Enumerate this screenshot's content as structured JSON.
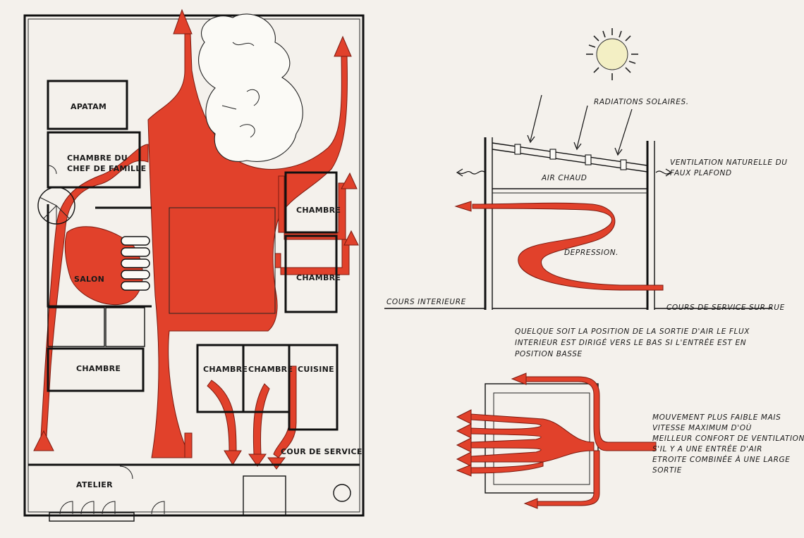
{
  "plan": {
    "rooms": {
      "apatam": "APATAM",
      "chef_line1": "CHAMBRE DU",
      "chef_line2": "CHEF DE FAMILLE",
      "chambre_right_top": "CHAMBRE",
      "chambre_right_mid": "CHAMBRE",
      "salon": "SALON",
      "chambre_left": "CHAMBRE",
      "chambre_bottom_1": "CHAMBRE",
      "chambre_bottom_2": "CHAMBRE",
      "cuisine": "CUISINE",
      "cour_service": "COUR DE SERVICE",
      "atelier": "ATELIER"
    }
  },
  "section": {
    "radiations": "RADIATIONS SOLAIRES.",
    "air_chaud": "AIR CHAUD",
    "ventilation_line1": "VENTILATION NATURELLE DU",
    "ventilation_line2": "FAUX PLAFOND",
    "depression": "DEPRESSION.",
    "cours_interieure": "COURS INTERIEURE",
    "cour_rue": "COURS DE SERVICE SUR RUE"
  },
  "note_position": {
    "line1": "QUELQUE SOIT LA POSITION DE LA SORTIE D'AIR LE FLUX",
    "line2": "INTERIEUR EST DIRIGÉ VERS LE BAS SI L'ENTRÉE EST EN",
    "line3": "POSITION BASSE"
  },
  "note_movement": {
    "line1": "MOUVEMENT PLUS FAIBLE MAIS",
    "line2": "VITESSE MAXIMUM D'OÙ",
    "line3": "MEILLEUR CONFORT DE VENTILATION",
    "line4": "S'IL Y A UNE ENTRÉE D'AIR",
    "line5": "ETROITE COMBINÉE À UNE LARGE",
    "line6": "SORTIE"
  },
  "colors": {
    "airflow": "#e1412b",
    "ink": "#111111",
    "paper": "#f4f1ec",
    "sun": "#f3efc4"
  }
}
